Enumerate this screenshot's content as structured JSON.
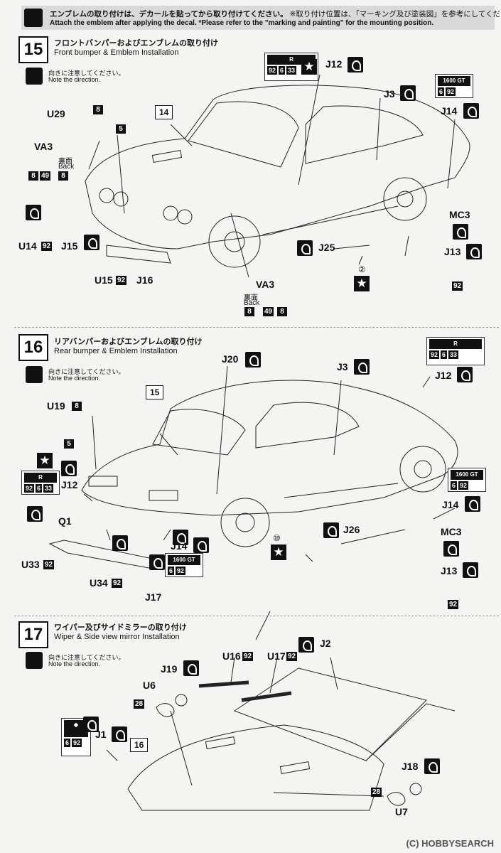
{
  "banner": {
    "jp": "エンブレムの取り付けは、デカールを貼ってから取り付けてください。",
    "jp_note": "※取り付け位置は、「マーキング及び塗装図」を参考にしてください。",
    "en": "Attach the emblem after applying the decal.  *Please refer to the \"marking and painting\" for the mounting position."
  },
  "direction": {
    "jp": "向きに注意してください。",
    "en": "Note the direction."
  },
  "steps": [
    {
      "number": "15",
      "title_jp": "フロントバンパーおよびエンブレムの取り付け",
      "title_en": "Front bumper & Emblem Installation"
    },
    {
      "number": "16",
      "title_jp": "リアバンパーおよびエンブレムの取り付け",
      "title_en": "Rear bumper & Emblem Installation"
    },
    {
      "number": "17",
      "title_jp": "ワイパー及びサイドミラーの取り付け",
      "title_en": "Wiper & Side view mirror Installation"
    }
  ],
  "step15": {
    "u29": "U29",
    "box8": "8",
    "box5": "5",
    "part14": "14",
    "va3": "VA3",
    "ura": "裏面",
    "back": "Back",
    "va3_nums": [
      "8",
      "49",
      "8"
    ],
    "u14": "U14",
    "u14_num": "92",
    "j15": "J15",
    "u15": "U15",
    "u15_num": "92",
    "j16": "J16",
    "j12": "J12",
    "j12_nums": [
      "92",
      "6",
      "33"
    ],
    "j3": "J3",
    "j14": "J14",
    "gtr": "1600 GT",
    "j14_nums": [
      "6",
      "92"
    ],
    "j25": "J25",
    "circle2": "②",
    "mc3": "MC3",
    "j13": "J13",
    "j13_num": "92",
    "va3b": "VA3",
    "ura_b": "裏面",
    "back_b": "Back",
    "va3b_nums": [
      "8",
      "49",
      "8"
    ]
  },
  "step16": {
    "j20": "J20",
    "part15": "15",
    "u19": "U19",
    "box8": "8",
    "box5": "5",
    "j3": "J3",
    "j12": "J12",
    "j12_nums": [
      "92",
      "6",
      "33"
    ],
    "j12_left": "J12",
    "left_nums": [
      "92",
      "6",
      "33"
    ],
    "q1": "Q1",
    "u33": "U33",
    "u33_num": "92",
    "u34": "U34",
    "u34_num": "92",
    "j14": "J14",
    "j17": "J17",
    "gtr": "1600 GT",
    "mid_nums": [
      "6",
      "92"
    ],
    "j26": "J26",
    "circle10": "⑩",
    "j14_right": "J14",
    "mc3": "MC3",
    "j13": "J13",
    "j13_num": "92",
    "right_gtr": "1600 GT",
    "right_nums": [
      "6",
      "92"
    ]
  },
  "step17": {
    "j2": "J2",
    "u16": "U16",
    "u16_num": "92",
    "u17": "U17",
    "u17_num": "92",
    "j19": "J19",
    "u6": "U6",
    "n28a": "28",
    "j1": "J1",
    "part16": "16",
    "j1_nums": [
      "6",
      "92"
    ],
    "j18": "J18",
    "n28b": "28",
    "u7": "U7"
  },
  "watermark": "(C) HOBBYSEARCH",
  "colors": {
    "ink": "#111111",
    "paper": "#f4f4f2",
    "banner": "#d9d9d9"
  }
}
